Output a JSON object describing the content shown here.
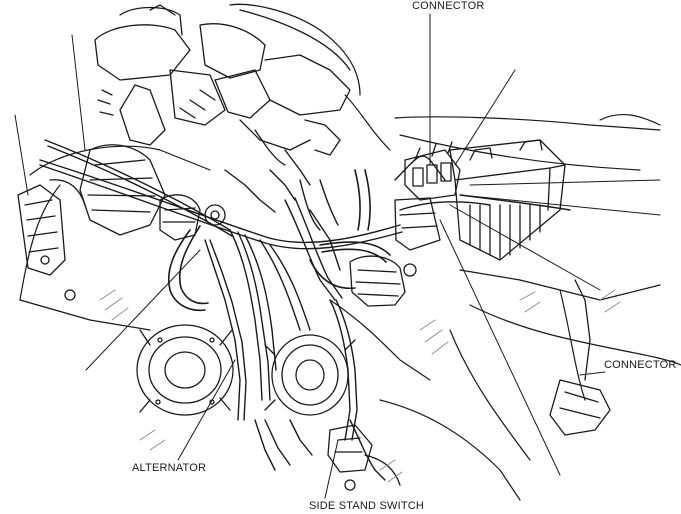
{
  "figure": {
    "callouts": {
      "connector_top": "CONNECTOR",
      "connector_right": "CONNECTOR",
      "alternator": "ALTERNATOR",
      "side_stand_switch": "SIDE STAND SWITCH"
    },
    "colors": {
      "ink": "#1a1a1a",
      "paper": "#ffffff",
      "shade": "#8a8a8a"
    }
  }
}
